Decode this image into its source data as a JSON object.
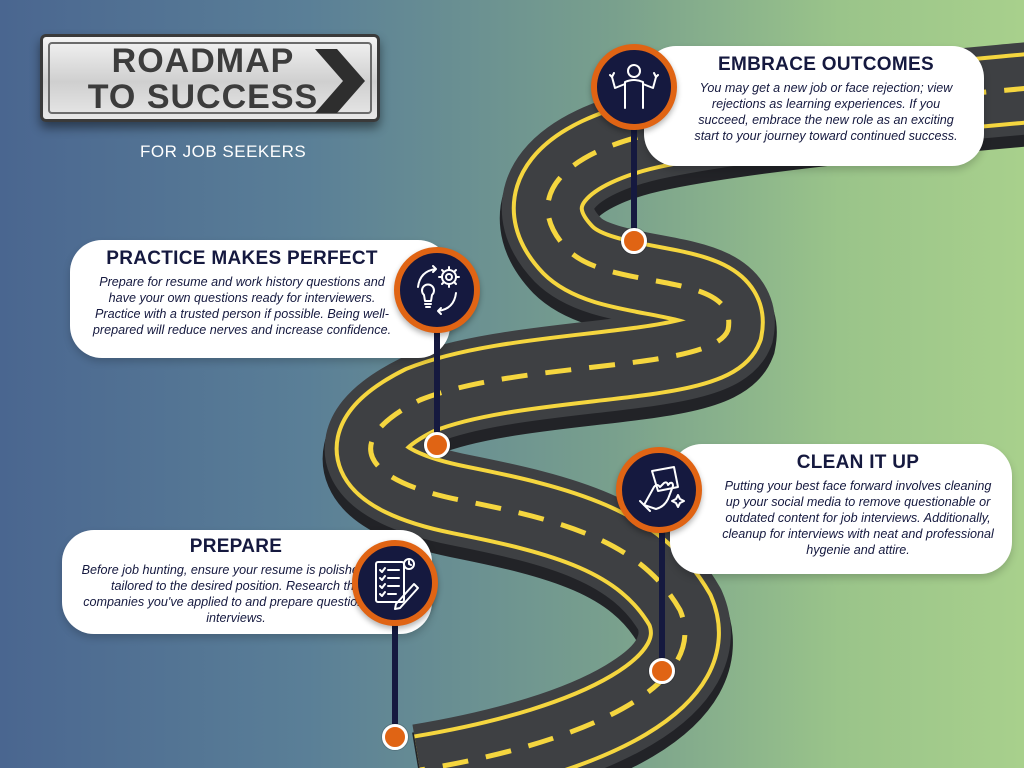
{
  "title": {
    "line1": "ROADMAP",
    "line2": "TO SUCCESS",
    "subtitle": "FOR JOB SEEKERS"
  },
  "steps": [
    {
      "title": "EMBRACE OUTCOMES",
      "text": "You may get a new job or face rejection; view rejections as learning experiences. If you succeed, embrace the new role as an exciting start to your journey toward continued success.",
      "icon": "person-shrug-icon"
    },
    {
      "title": "PRACTICE MAKES PERFECT",
      "text": "Prepare for resume and work history questions and have your own questions ready for interviewers. Practice with a trusted person if possible. Being well-prepared will reduce nerves and increase confidence.",
      "icon": "lightbulb-gear-cycle-icon"
    },
    {
      "title": "CLEAN IT UP",
      "text": "Putting your best face forward involves cleaning up your social media to remove questionable or outdated content for job interviews. Additionally, cleanup for interviews with neat and professional hygenie and attire.",
      "icon": "hand-wiping-icon"
    },
    {
      "title": "PREPARE",
      "text": "Before job hunting, ensure your resume is polished and tailored to the desired position. Research the companies you've applied to and prepare questions for interviews.",
      "icon": "checklist-pencil-icon"
    }
  ],
  "colors": {
    "navy": "#15193f",
    "orange": "#e06414",
    "road": "#3e4043",
    "road_stripe": "#f5d63f",
    "card": "#ffffff"
  }
}
